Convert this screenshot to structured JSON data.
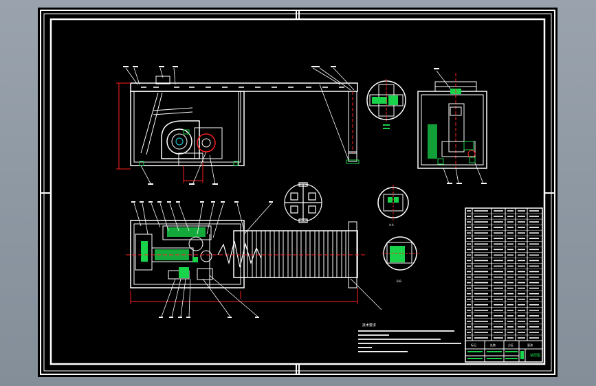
{
  "colors": {
    "background": "#8e98a3",
    "paper": "#000000",
    "line": "#ffffff",
    "dimension": "#ff2020",
    "centerline": "#ff2020",
    "green": "#19d44a",
    "cyan": "#22d8e8",
    "magenta": "#ff33ff",
    "yellow": "#f2f240"
  },
  "notes": {
    "heading": "技术要求"
  },
  "section_labels": {
    "a": "A-A",
    "b": "B-B"
  },
  "title_block": {
    "col_labels": [
      "标记",
      "处数",
      "分区",
      "更改"
    ],
    "drawing_no": "装配图"
  }
}
